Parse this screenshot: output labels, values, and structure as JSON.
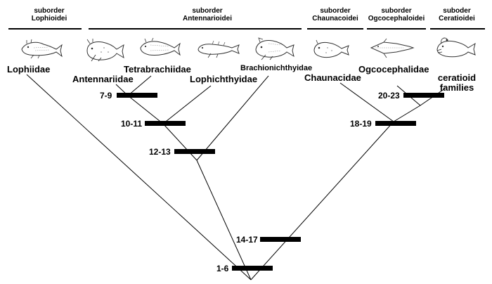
{
  "suborders": [
    {
      "line1": "suborder",
      "line2": "Lophioidei"
    },
    {
      "line1": "suborder",
      "line2": "Antennarioidei"
    },
    {
      "line1": "suborder",
      "line2": "Chaunacoidei"
    },
    {
      "line1": "suborder",
      "line2": "Ogcocephaloidei"
    },
    {
      "line1": "suboder",
      "line2": "Ceratioidei"
    }
  ],
  "families": [
    {
      "name": "Lophiidae"
    },
    {
      "name": "Antennariidae"
    },
    {
      "name": "Tetrabrachiidae"
    },
    {
      "name": "Lophichthyidae"
    },
    {
      "name": "Brachionichthyidae"
    },
    {
      "name": "Chaunacidae"
    },
    {
      "name": "Ogcocephalidae"
    },
    {
      "name": "ceratioid",
      "name2": "families"
    }
  ],
  "nodes": [
    {
      "label": "7-9"
    },
    {
      "label": "10-11"
    },
    {
      "label": "12-13"
    },
    {
      "label": "14-17"
    },
    {
      "label": "1-6"
    },
    {
      "label": "18-19"
    },
    {
      "label": "20-23"
    }
  ],
  "icons": [
    "lophiid-fish-icon",
    "antennariid-fish-icon",
    "tetrabrachiid-fish-icon",
    "lophichthyid-fish-icon",
    "brachionichthyid-fish-icon",
    "chaunacid-fish-icon",
    "ogcocephalid-fish-icon",
    "ceratioid-fish-icon"
  ]
}
